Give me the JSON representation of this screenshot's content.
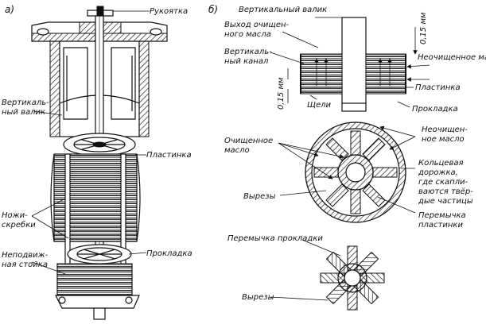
{
  "panel_a": {
    "letter": "а)",
    "labels": {
      "handle": "Рукоятка",
      "shaft_1": "Вертикаль-",
      "shaft_2": "ный валик",
      "plate": "Пластинка",
      "scrapers_1": "Ножи-",
      "scrapers_2": "скребки",
      "fixed_1": "Неподвиж-",
      "fixed_2": "ная стойка",
      "gasket": "Прокладка"
    }
  },
  "panel_b": {
    "letter": "б)",
    "labels": {
      "shaft": "Вертикальный валик",
      "outlet_1": "Выход очищен-",
      "outlet_2": "ного масла",
      "channel_1": "Вертикаль-",
      "channel_2": "ный канал",
      "dim_top": "0,15 мм",
      "dim_left": "0,15 мм",
      "dirty_oil": "Неочищенное масло",
      "plate": "Пластинка",
      "slots": "Щели",
      "gasket": "Прокладка"
    }
  },
  "disc": {
    "labels": {
      "clean_1": "Очищенное",
      "clean_2": "масло",
      "dirty_1": "Неочищен-",
      "dirty_2": "ное масло",
      "ring_1": "Кольцевая",
      "ring_2": "дорожка,",
      "ring_3": "где скапли-",
      "ring_4": "ваются твёр-",
      "ring_5": "дые частицы",
      "cutouts": "Вырезы",
      "bridge_1": "Перемычка",
      "bridge_2": "пластинки"
    }
  },
  "gasket": {
    "labels": {
      "bridge": "Перемычка прокладки",
      "cutouts": "Вырезы"
    }
  }
}
